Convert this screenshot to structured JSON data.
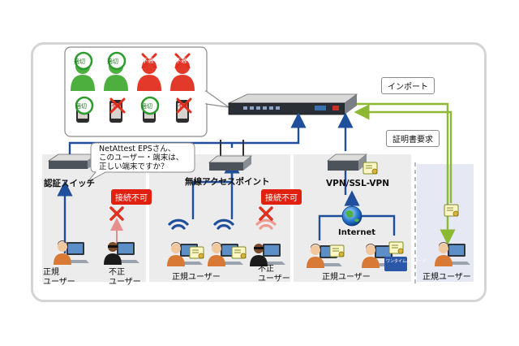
{
  "labels": {
    "auth_switch": "認証スイッチ",
    "wireless_ap": "無線アクセスポイント",
    "vpn": "VPN/SSL-VPN",
    "internet": "Internet",
    "import": "インポート",
    "cert_request": "証明書要求",
    "bubble_line1": "NetAttest EPSさん、",
    "bubble_line2": "このユーザー・端末は、",
    "bubble_line3": "正しい端末ですか？",
    "no_connect": "接続不可",
    "legit_user": "正規ユーザー",
    "legit": "正規",
    "illegit": "不正",
    "user": "ユーザー",
    "ok_mark": "適切",
    "ng_mark": "不適",
    "ng_short": "不正",
    "card_text": "ワンタイムパスワード"
  },
  "colors": {
    "arrow_blue": "#1f4f9a",
    "arrow_green": "#8cb832",
    "badge_red": "#e02010",
    "panel_gray": "#ececec",
    "panel_lavender": "#e6e8f4"
  },
  "icons": [
    "server-appliance-icon",
    "switch-icon",
    "router-icon",
    "vpn-appliance-icon",
    "globe-icon",
    "user-pc-icon",
    "certificate-icon",
    "wifi-icon",
    "cross-icon",
    "user-icon",
    "smartphone-icon"
  ]
}
